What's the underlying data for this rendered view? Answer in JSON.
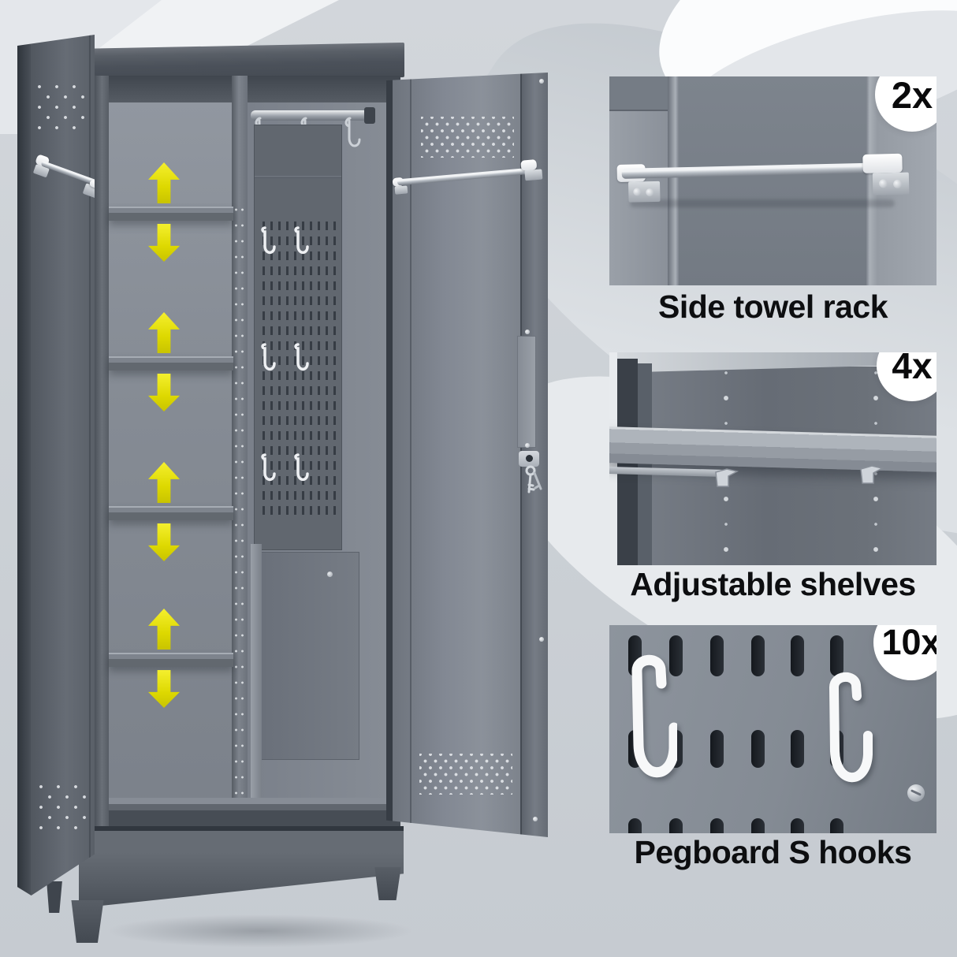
{
  "image": {
    "type": "product-feature-collage",
    "subject": "Metal broom storage cabinet with open doors, adjustable shelves, pegboard and hooks"
  },
  "features": [
    {
      "count": "2x",
      "caption": "Side towel rack"
    },
    {
      "count": "4x",
      "caption": "Adjustable shelves"
    },
    {
      "count": "10x",
      "caption": "Pegboard S hooks"
    }
  ],
  "colors": {
    "background": "#ced3d8",
    "cabinet_body": "#565c64",
    "cabinet_interior": "#8b919a",
    "arrow_accent": "#e4de00",
    "badge_background": "#ffffff",
    "badge_text": "#0a0a0b",
    "caption_text": "#0d0e10"
  }
}
